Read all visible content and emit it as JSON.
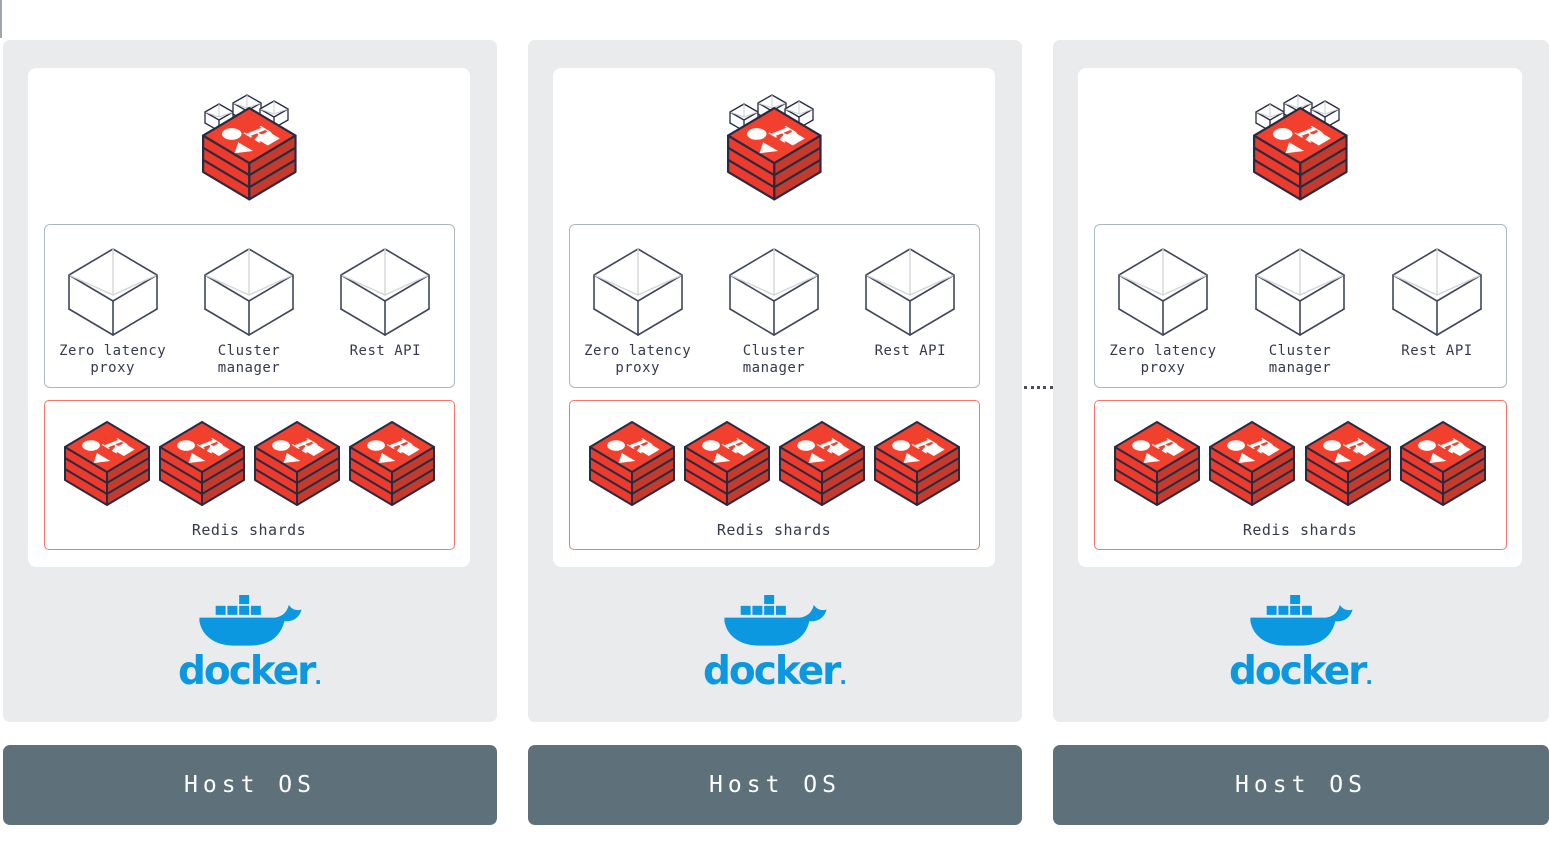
{
  "diagram": {
    "description_visible_text_only": true,
    "nodes_count": 3
  },
  "node": {
    "components": [
      {
        "line1": "Zero latency",
        "line2": "proxy"
      },
      {
        "line1": "Cluster",
        "line2": "manager"
      },
      {
        "line1": "Rest API",
        "line2": ""
      }
    ],
    "shards": {
      "label": "Redis shards",
      "count": 4
    },
    "docker": {
      "wordmark": "docker",
      "trademark_dot": "."
    },
    "host_os": {
      "label": "Host OS"
    }
  },
  "icons": {
    "cluster": "redis-cube-stack-with-mini-cubes",
    "component": "isometric-wireframe-box",
    "shard": "redis-cube-stack",
    "docker": "docker-whale-with-containers"
  },
  "colors": {
    "panel_bg": "#E9EBEC",
    "card_bg": "#FFFFFF",
    "components_box_border": "#ACB8BE",
    "shards_box_border": "#F4766C",
    "host_bar_bg": "#5E717B",
    "host_bar_text": "#FFFFFF",
    "label_text": "#343A4E",
    "redis_red_top": "#F2402F",
    "redis_red_left": "#EC3A2C",
    "redis_red_right": "#C43A2C",
    "cube_outline": "#272B42",
    "wireframe_dark": "#40475B",
    "wireframe_light": "#D2D5D9",
    "docker_blue": "#0B98E0",
    "continuation_dots": "#4A4E55"
  }
}
